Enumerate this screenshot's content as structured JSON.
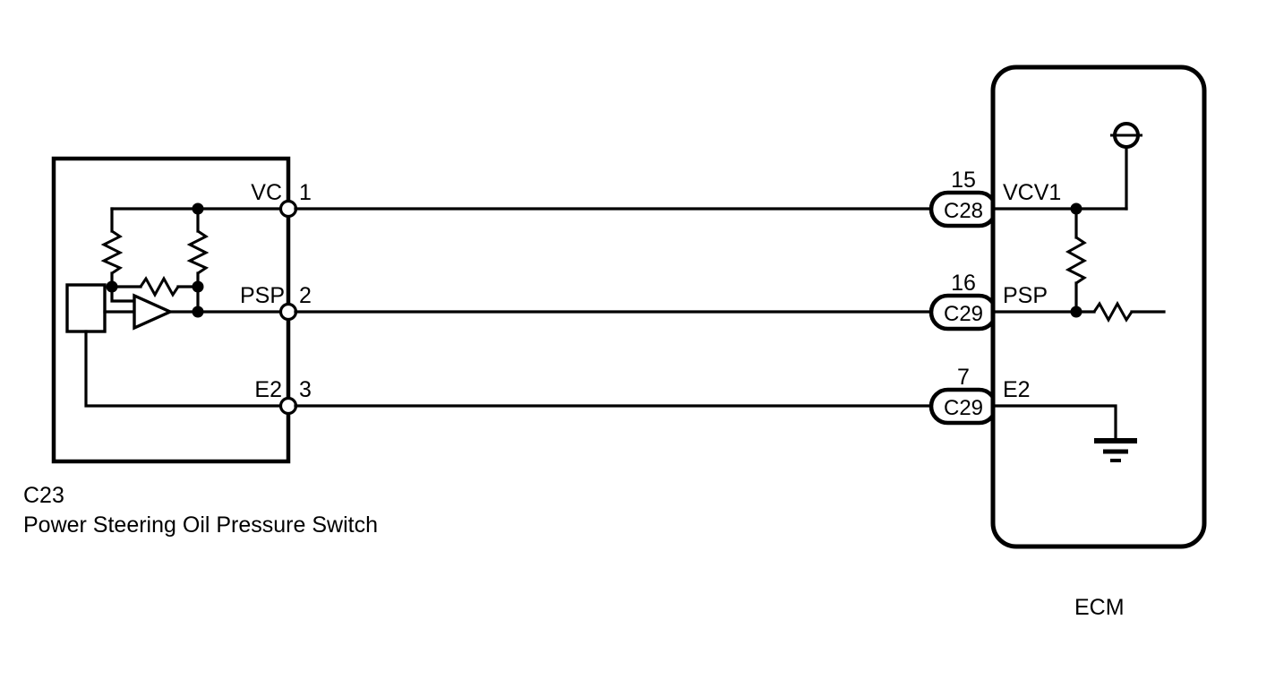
{
  "diagram": {
    "type": "automotive-wiring-schematic",
    "title_visible": false,
    "colors": {
      "stroke": "#000000",
      "background": "#ffffff"
    },
    "left_component": {
      "connector_id": "C23",
      "name": "Power Steering Oil Pressure Switch",
      "caption_line1": "C23",
      "caption_line2": "Power Steering Oil Pressure Switch",
      "pins": [
        {
          "number": "1",
          "terminal": "VC"
        },
        {
          "number": "2",
          "terminal": "PSP"
        },
        {
          "number": "3",
          "terminal": "E2"
        }
      ],
      "internal_parts": [
        "sensor-block",
        "resistor-vertical-left",
        "resistor-vertical-right",
        "resistor-horizontal",
        "amplifier-triangle"
      ]
    },
    "right_component": {
      "label": "ECM",
      "pins": [
        {
          "connector_number": "15",
          "connector_id": "C28",
          "terminal": "VCV1"
        },
        {
          "connector_number": "16",
          "connector_id": "C29",
          "terminal": "PSP"
        },
        {
          "connector_number": "7",
          "connector_id": "C29",
          "terminal": "E2"
        }
      ],
      "internal_parts": [
        "supply-terminal-symbol",
        "pullup-resistor",
        "series-resistor",
        "chassis-ground"
      ]
    },
    "wires": [
      {
        "from_pin": "1",
        "from_terminal": "VC",
        "to_connector": "C28",
        "to_terminal": "VCV1"
      },
      {
        "from_pin": "2",
        "from_terminal": "PSP",
        "to_connector": "C29",
        "to_terminal": "PSP"
      },
      {
        "from_pin": "3",
        "from_terminal": "E2",
        "to_connector": "C29",
        "to_terminal": "E2"
      }
    ]
  },
  "labels": {
    "vc": "VC",
    "psp_left": "PSP",
    "e2_left": "E2",
    "pin1": "1",
    "pin2": "2",
    "pin3": "3",
    "num15": "15",
    "num16": "16",
    "num7": "7",
    "c28": "C28",
    "c29_psp": "C29",
    "c29_e2": "C29",
    "vcv1": "VCV1",
    "psp_right": "PSP",
    "e2_right": "E2",
    "caption_id": "C23",
    "caption_name": "Power Steering Oil Pressure Switch",
    "ecm": "ECM"
  }
}
